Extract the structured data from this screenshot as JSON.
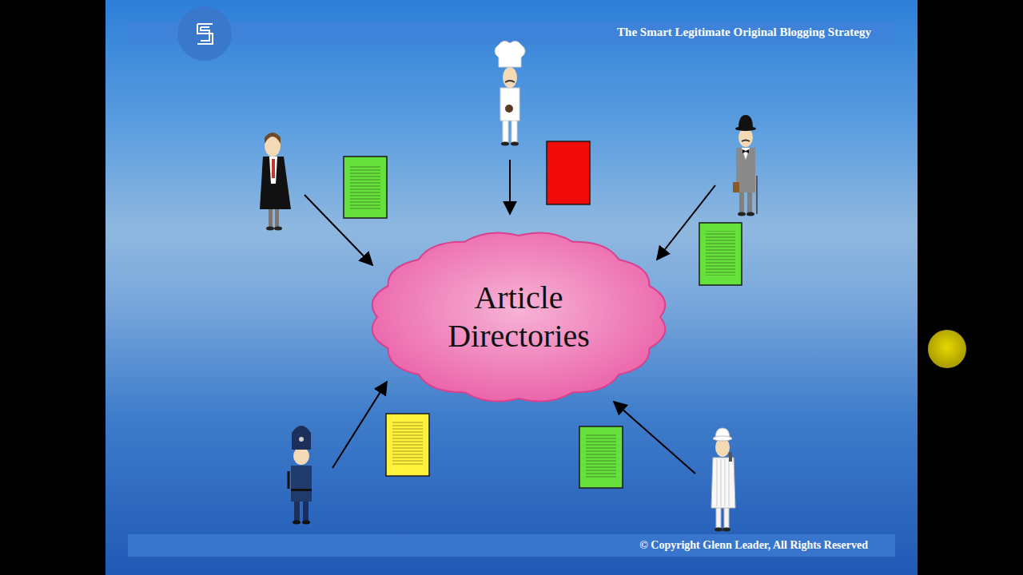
{
  "diagram": {
    "title": "The Smart Legitimate Original Blogging Strategy",
    "nodes": [
      {
        "text": [
          "Article Directories"
        ]
      }
    ],
    "labels": [
      "© Copyright Glenn Leader, All Rights Reserved"
    ]
  }
}
